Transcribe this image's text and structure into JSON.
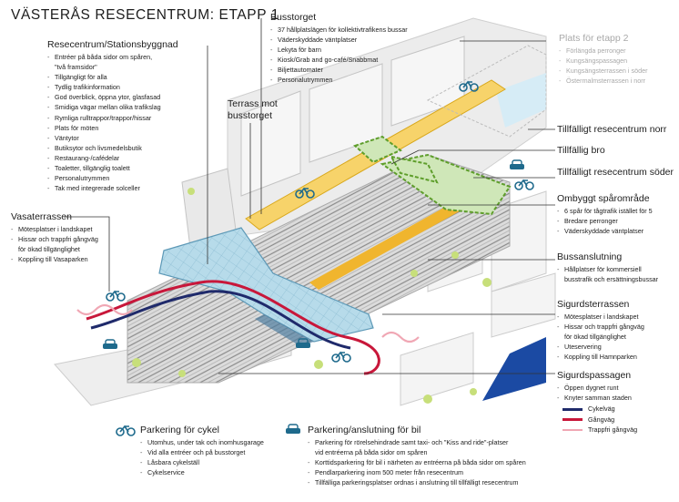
{
  "title": "VÄSTERÅS RESECENTRUM: ETAPP 1",
  "resecentrum": {
    "heading": "Resecentrum/Stationsbyggnad",
    "items": [
      "Entréer på båda sidor om spåren,",
      "\"två framsidor\"",
      "Tillgängligt för alla",
      "Tydlig trafikinformation",
      "God överblick, öppna ytor, glasfasad",
      "Smidiga vägar mellan olika trafikslag",
      "Rymliga rulltrappor/trappor/hissar",
      "Plats för möten",
      "Väntytor",
      "Butiksytor och livsmedelsbutik",
      "Restaurang-/cafédelar",
      "Toaletter, tillgänglig toalett",
      "Personalutrymmen",
      "Tak med integrerade solceller"
    ]
  },
  "busstorget": {
    "heading": "Busstorget",
    "items": [
      "37 hållplatslägen för kollektivtrafikens bussar",
      "Väderskyddade väntplatser",
      "Lekyta för barn",
      "Kiosk/Grab and go-café/Snabbmat",
      "Biljettautomater",
      "Personalutrymmen"
    ]
  },
  "etapp2": {
    "heading": "Plats för etapp 2",
    "items": [
      "Förlängda perronger",
      "Kungsängspassagen",
      "Kungsängsterrassen i söder",
      "Östermalmsterrassen i norr"
    ]
  },
  "terrass": {
    "line1": "Terrass mot",
    "line2": "busstorget"
  },
  "vasaterrassen": {
    "heading": "Vasaterrassen",
    "items": [
      "Mötesplatser i landskapet",
      "Hissar och trappfri gångväg",
      "för ökad tillgänglighet",
      "Koppling till Vasaparken"
    ]
  },
  "callouts": {
    "norr": "Tillfälligt resecentrum norr",
    "bro": "Tillfällig bro",
    "soder": "Tillfälligt resecentrum söder"
  },
  "sparomrade": {
    "heading": "Ombyggt spårområde",
    "items": [
      "6 spår för tågtrafik istället för 5",
      "Bredare perronger",
      "Väderskyddade väntplatser"
    ]
  },
  "bussanslutning": {
    "heading": "Bussanslutning",
    "items": [
      "Hållplatser för kommersiell",
      "busstrafik och ersättningsbussar"
    ]
  },
  "sigurdsterrassen": {
    "heading": "Sigurdsterrassen",
    "items": [
      "Mötesplatser i landskapet",
      "Hissar och trappfri gångväg",
      "för ökad tillgänglighet",
      "Uteservering",
      "Koppling till Hamnparken"
    ]
  },
  "sigurdspassagen": {
    "heading": "Sigurdspassagen",
    "items": [
      "Öppen dygnet runt",
      "Knyter samman staden"
    ],
    "legend": [
      {
        "label": "Cykelväg",
        "color": "#1f2a6b"
      },
      {
        "label": "Gångväg",
        "color": "#c8173a"
      },
      {
        "label": "Trappfri gångväg",
        "color": "#f0a7b4"
      }
    ]
  },
  "parkering_cykel": {
    "heading": "Parkering för cykel",
    "items": [
      "Utomhus, under tak och inomhusgarage",
      "Vid alla entréer och på busstorget",
      "Låsbara cykelställ",
      "Cykelservice"
    ]
  },
  "parkering_bil": {
    "heading": "Parkering/anslutning för bil",
    "items": [
      "Parkering för rörelsehindrade samt taxi- och \"Kiss and ride\"-platser",
      "vid entréerna på båda sidor om spåren",
      "Korttidsparkering för bil i närheten av entréerna på båda sidor om spåren",
      "Pendlarparkering inom 500 meter från resecentrum",
      "Tillfälliga parkeringsplatser ordnas i anslutning till tillfälligt resecentrum"
    ]
  },
  "icons": {
    "bike": "bicycle-icon",
    "car": "car-icon"
  },
  "colors": {
    "accent": "#f0c332",
    "roof": "#a8d3e6",
    "green": "#6aaa36",
    "cycle": "#1f2a6b",
    "walk": "#c8173a",
    "stepfree": "#f0a7b4",
    "icon": "#1e6a8c"
  }
}
